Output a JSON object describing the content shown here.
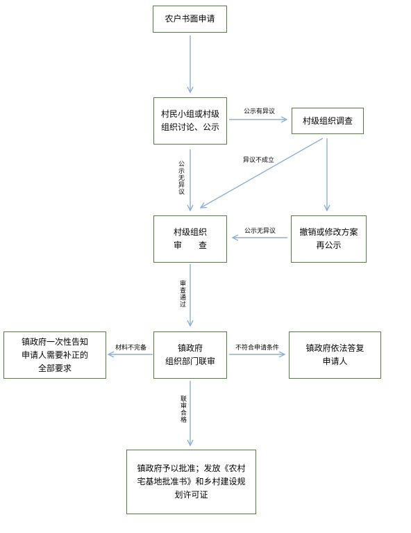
{
  "nodes": {
    "apply": "农户书面申请",
    "village_discuss": "村民小组或村级\n组织讨论、公示",
    "village_investigate": "村级组织调查",
    "village_review": "村级组织\n审　　查",
    "revoke": "撤销或修改方案\n再公示",
    "town_joint": "镇政府\n组织部门联审",
    "town_inform": "镇政府一次性告知\n申请人需要补正的\n全部要求",
    "town_reply": "镇政府依法答复\n申请人",
    "approve": "镇政府予以批准；发放《农村\n宅基地批准书》和乡村建设规\n划许可证"
  },
  "edge_labels": {
    "objection": "公示有异议",
    "objection_invalid": "异议不成立",
    "no_objection_vertical": "公示无异议",
    "no_objection_left": "公示无异议",
    "review_passed": "审查通过",
    "incomplete": "材料不完备",
    "not_eligible": "不符合申请条件",
    "joint_passed": "联审合格"
  },
  "colors": {
    "box_border": "#4f7f3a",
    "arrow": "#8eaed4"
  }
}
